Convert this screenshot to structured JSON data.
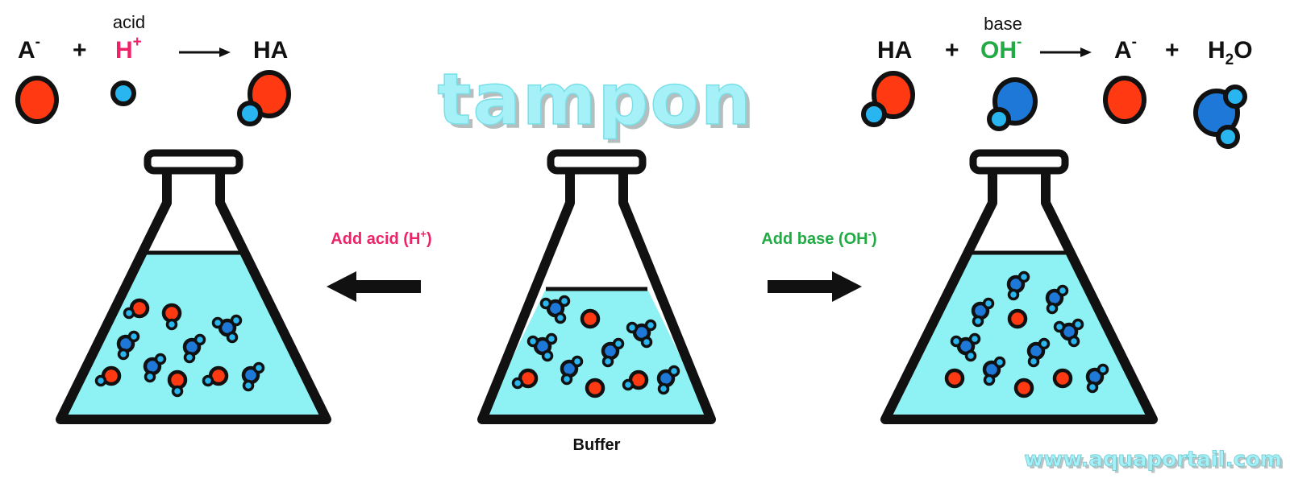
{
  "title": "tampon",
  "watermark": "www.aquaportail.com",
  "left_equation": {
    "a_minus": "A",
    "plus": "+",
    "acid_label": "acid",
    "h_plus": "H",
    "product": "HA"
  },
  "right_equation": {
    "ha": "HA",
    "plus1": "+",
    "base_label": "base",
    "oh_minus": "OH",
    "a_minus": "A",
    "plus2": "+",
    "h2o_h": "H",
    "h2o_2": "2",
    "h2o_o": "O"
  },
  "left_annotation": {
    "text": "Add acid (H",
    "sup": "+",
    "close": ")"
  },
  "right_annotation": {
    "text": "Add base (OH",
    "sup": "-",
    "close": ")"
  },
  "buffer_caption": "Buffer",
  "sup_minus": "-",
  "sup_plus": "+",
  "colors": {
    "acid_text": "#ee2266",
    "base_text": "#22aa44",
    "anion_red": "#ff3a12",
    "proton_light_blue": "#29b6f0",
    "hydroxide_blue": "#1e78d8",
    "solution": "#8ef2f4",
    "outline": "#111111"
  },
  "icons": [
    "erlenmeyer-flask-icon",
    "arrow-left-icon",
    "arrow-right-icon",
    "conjugate-base-icon",
    "proton-icon",
    "weak-acid-icon",
    "hydroxide-icon",
    "water-molecule-icon"
  ]
}
